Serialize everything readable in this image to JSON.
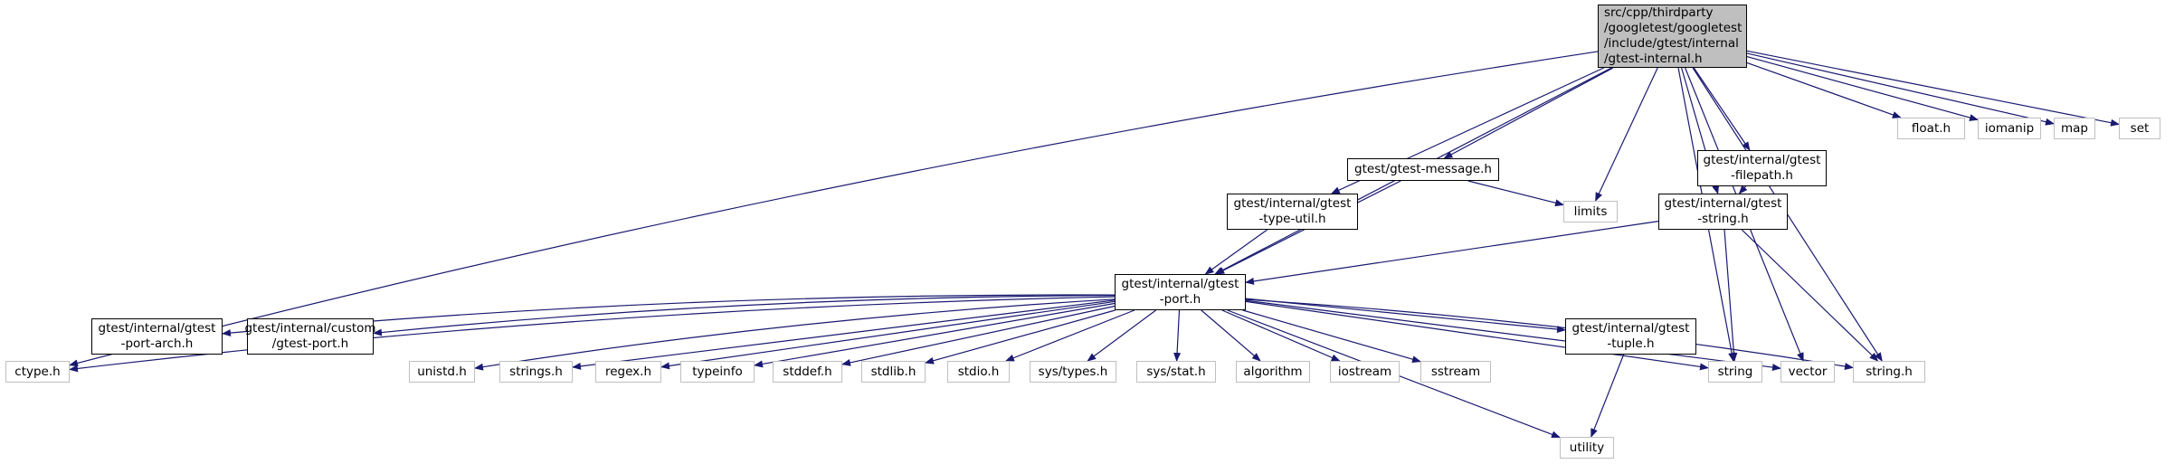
{
  "diagram": {
    "title": "",
    "colors": {
      "edge": "#191970",
      "project_border": "#000000",
      "system_border": "#bfbfbf",
      "root_fill": "#bfbfbf"
    },
    "nodes": [
      {
        "id": "root",
        "label": "src/cpp/thirdparty\n/googletest/googletest\n/include/gtest/internal\n/gtest-internal.h",
        "kind": "root"
      },
      {
        "id": "message",
        "label": "gtest/gtest-message.h",
        "kind": "project"
      },
      {
        "id": "typeutil",
        "label": "gtest/internal/gtest\n-type-util.h",
        "kind": "project"
      },
      {
        "id": "filepath",
        "label": "gtest/internal/gtest\n-filepath.h",
        "kind": "project"
      },
      {
        "id": "gstring",
        "label": "gtest/internal/gtest\n-string.h",
        "kind": "project"
      },
      {
        "id": "port",
        "label": "gtest/internal/gtest\n-port.h",
        "kind": "project"
      },
      {
        "id": "portarch",
        "label": "gtest/internal/gtest\n-port-arch.h",
        "kind": "project"
      },
      {
        "id": "custom",
        "label": "gtest/internal/custom\n/gtest-port.h",
        "kind": "project"
      },
      {
        "id": "tuple",
        "label": "gtest/internal/gtest\n-tuple.h",
        "kind": "project"
      },
      {
        "id": "float",
        "label": "float.h",
        "kind": "system"
      },
      {
        "id": "iomanip",
        "label": "iomanip",
        "kind": "system"
      },
      {
        "id": "map",
        "label": "map",
        "kind": "system"
      },
      {
        "id": "set",
        "label": "set",
        "kind": "system"
      },
      {
        "id": "limits",
        "label": "limits",
        "kind": "system"
      },
      {
        "id": "ctype",
        "label": "ctype.h",
        "kind": "system"
      },
      {
        "id": "unistd",
        "label": "unistd.h",
        "kind": "system"
      },
      {
        "id": "strings",
        "label": "strings.h",
        "kind": "system"
      },
      {
        "id": "regex",
        "label": "regex.h",
        "kind": "system"
      },
      {
        "id": "typeinfo",
        "label": "typeinfo",
        "kind": "system"
      },
      {
        "id": "stddef",
        "label": "stddef.h",
        "kind": "system"
      },
      {
        "id": "stdlib",
        "label": "stdlib.h",
        "kind": "system"
      },
      {
        "id": "stdio",
        "label": "stdio.h",
        "kind": "system"
      },
      {
        "id": "systypes",
        "label": "sys/types.h",
        "kind": "system"
      },
      {
        "id": "sysstat",
        "label": "sys/stat.h",
        "kind": "system"
      },
      {
        "id": "algorithm",
        "label": "algorithm",
        "kind": "system"
      },
      {
        "id": "iostream",
        "label": "iostream",
        "kind": "system"
      },
      {
        "id": "sstream",
        "label": "sstream",
        "kind": "system"
      },
      {
        "id": "string",
        "label": "string",
        "kind": "system"
      },
      {
        "id": "vector",
        "label": "vector",
        "kind": "system"
      },
      {
        "id": "stringh",
        "label": "string.h",
        "kind": "system"
      },
      {
        "id": "utility",
        "label": "utility",
        "kind": "system"
      }
    ],
    "edges": [
      [
        "root",
        "message"
      ],
      [
        "root",
        "typeutil"
      ],
      [
        "root",
        "filepath"
      ],
      [
        "root",
        "gstring"
      ],
      [
        "root",
        "port"
      ],
      [
        "root",
        "ctype"
      ],
      [
        "root",
        "float"
      ],
      [
        "root",
        "iomanip"
      ],
      [
        "root",
        "map"
      ],
      [
        "root",
        "set"
      ],
      [
        "root",
        "limits"
      ],
      [
        "root",
        "string"
      ],
      [
        "root",
        "vector"
      ],
      [
        "root",
        "stringh"
      ],
      [
        "message",
        "port"
      ],
      [
        "message",
        "limits"
      ],
      [
        "typeutil",
        "port"
      ],
      [
        "filepath",
        "gstring"
      ],
      [
        "gstring",
        "port"
      ],
      [
        "gstring",
        "string"
      ],
      [
        "gstring",
        "stringh"
      ],
      [
        "port",
        "ctype"
      ],
      [
        "port",
        "portarch"
      ],
      [
        "port",
        "custom"
      ],
      [
        "port",
        "unistd"
      ],
      [
        "port",
        "strings"
      ],
      [
        "port",
        "regex"
      ],
      [
        "port",
        "typeinfo"
      ],
      [
        "port",
        "stddef"
      ],
      [
        "port",
        "stdlib"
      ],
      [
        "port",
        "stdio"
      ],
      [
        "port",
        "systypes"
      ],
      [
        "port",
        "sysstat"
      ],
      [
        "port",
        "algorithm"
      ],
      [
        "port",
        "iostream"
      ],
      [
        "port",
        "sstream"
      ],
      [
        "port",
        "tuple"
      ],
      [
        "port",
        "utility"
      ],
      [
        "port",
        "string"
      ],
      [
        "port",
        "vector"
      ],
      [
        "port",
        "stringh"
      ],
      [
        "tuple",
        "utility"
      ]
    ]
  }
}
